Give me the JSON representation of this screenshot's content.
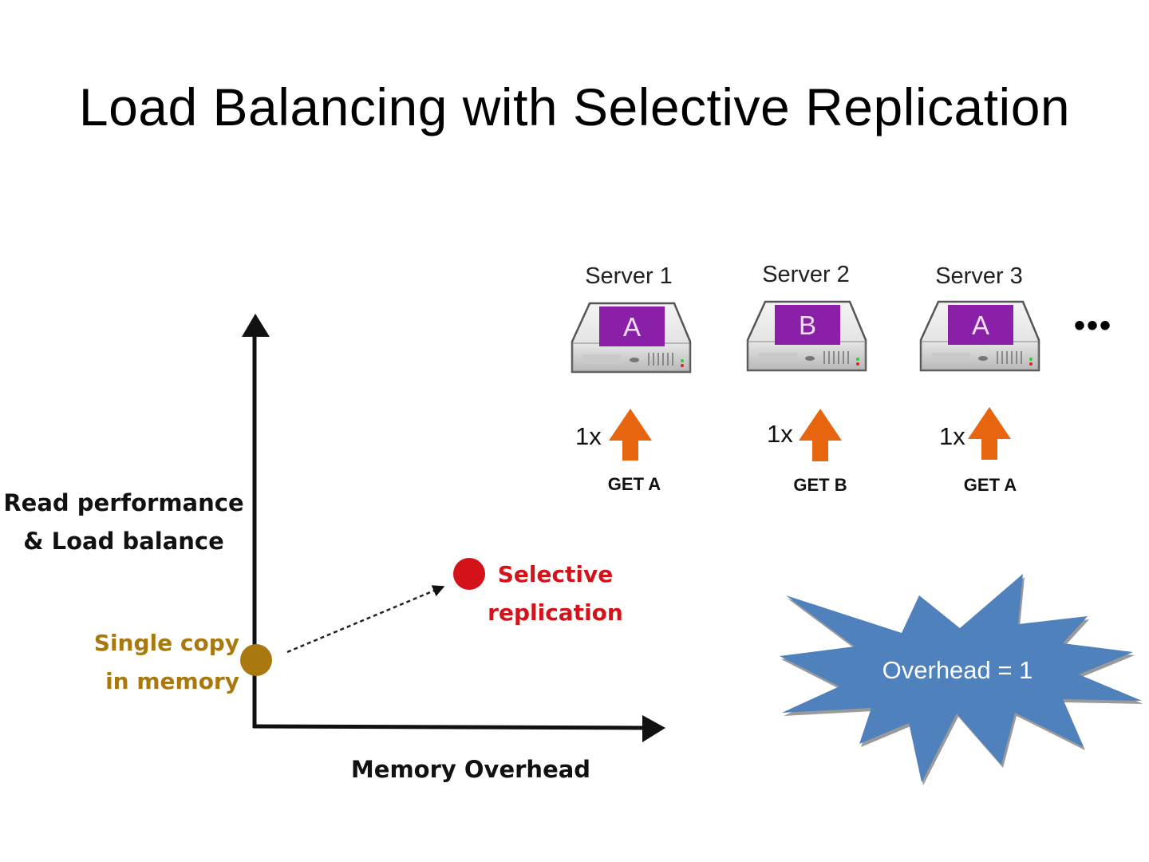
{
  "slide": {
    "title": "Load Balancing with Selective Replication"
  },
  "servers": [
    {
      "label": "Server 1",
      "content": "A",
      "request_multiplier": "1x",
      "request": "GET A"
    },
    {
      "label": "Server 2",
      "content": "B",
      "request_multiplier": "1x",
      "request": "GET B"
    },
    {
      "label": "Server 3",
      "content": "A",
      "request_multiplier": "1x",
      "request": "GET A"
    }
  ],
  "more_servers": "•••",
  "graph": {
    "y_axis_label_line1": "Read performance",
    "y_axis_label_line2": "& Load balance",
    "x_axis_label": "Memory Overhead",
    "points": [
      {
        "label_line1": "Single copy",
        "label_line2": "in memory",
        "color": "#a9790f"
      },
      {
        "label_line1": "Selective",
        "label_line2": "replication",
        "color": "#d4121a"
      }
    ]
  },
  "callout": {
    "text": "Overhead = 1",
    "color": "#4f81bd"
  },
  "colors": {
    "partition_fill": "#8a1fa8",
    "request_arrow": "#e8650f"
  }
}
